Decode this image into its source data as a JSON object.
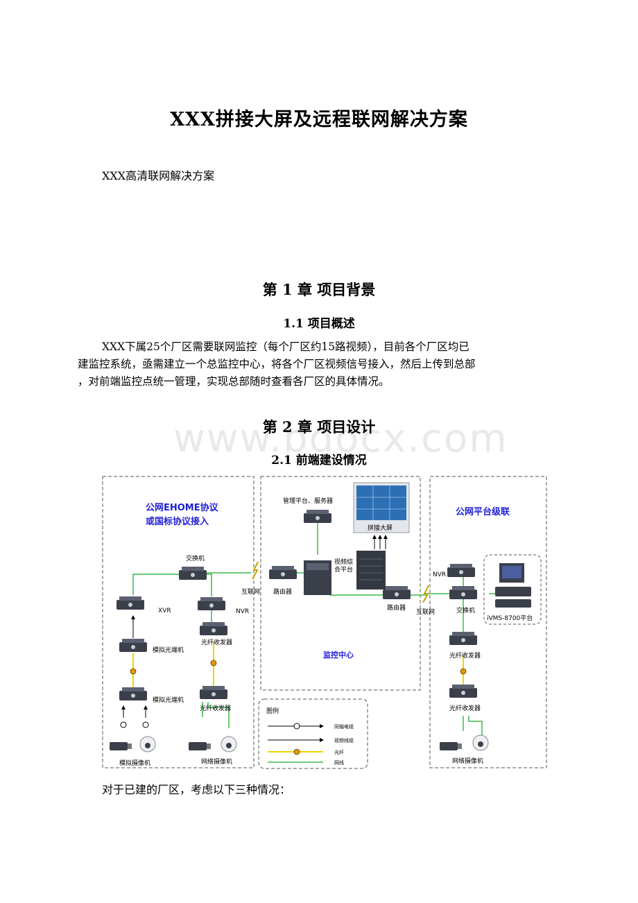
{
  "document": {
    "title": "XXX拼接大屏及远程联网解决方案",
    "subtitle": "XXX高清联网解决方案",
    "chapter1": "第 1 章 项目背景",
    "section1_1": "1.1 项目概述",
    "paragraph_lines": [
      "XXX下属25个厂区需要联网监控（每个厂区约15路视频），目前各个厂区均已",
      "建监控系统，亟需建立一个总监控中心，将各个厂区视频信号接入，然后上传到总部",
      "，对前端监控点统一管理，实现总部随时查看各厂区的具体情况。"
    ],
    "chapter2": "第 2 章 项目设计",
    "section2_1": "2.1 前端建设情况",
    "watermark": "www.bdocx.com",
    "after_text": "对于已建的厂区，考虑以下三种情况："
  },
  "diagram": {
    "left_title_1": "公网EHOME协议",
    "left_title_2": "或国标协议接入",
    "switch_left": "交换机",
    "xvr": "XVR",
    "nvr": "NVR",
    "analog_optical_1": "模拟光端机",
    "analog_optical_2": "模拟光端机",
    "fiber_transceiver_1": "光纤收发器",
    "fiber_transceiver_2": "光纤收发器",
    "analog_camera": "模拟摄像机",
    "network_camera": "网络摄像机",
    "internet_1": "互联网",
    "router_1": "路由器",
    "mgmt_server": "管理平台、服务器",
    "video_wall": "拼接大屏",
    "video_platform_1": "视频综",
    "video_platform_2": "合平台",
    "router_2": "路由器",
    "monitor_center": "监控中心",
    "right_title": "公网平台级联",
    "internet_2": "互联网",
    "nvr_right": "NVR",
    "switch_right": "交换机",
    "ivms": "iVMS-8700平台",
    "fiber_transceiver_3": "光纤收发器",
    "fiber_transceiver_4": "光纤收发器",
    "network_camera_right": "网络摄像机",
    "legend_title": "图例",
    "legend_coax": "同轴电缆",
    "legend_video": "视频线缆",
    "legend_fiber": "光纤",
    "legend_net": "网线",
    "colors": {
      "title_blue": "#1f1fd6",
      "net_green": "#3cb84a",
      "fiber_yellow": "#f0d400",
      "device_dark": "#3a3f4a"
    }
  }
}
